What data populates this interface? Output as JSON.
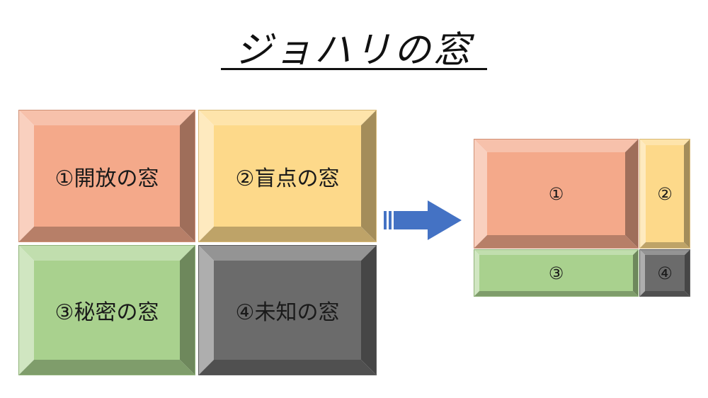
{
  "title": "ジョハリの窓",
  "left_quadrants": [
    {
      "label": "①開放の窓"
    },
    {
      "label": "②盲点の窓"
    },
    {
      "label": "③秘密の窓"
    },
    {
      "label": "④未知の窓"
    }
  ],
  "right_quadrants": [
    {
      "label": "①"
    },
    {
      "label": "②"
    },
    {
      "label": "③"
    },
    {
      "label": "④"
    }
  ],
  "colors": {
    "open": "#f4a98a",
    "blind": "#fdd98a",
    "hidden": "#a9d18e",
    "unknown": "#6b6b6b",
    "arrow": "#4472c4"
  }
}
